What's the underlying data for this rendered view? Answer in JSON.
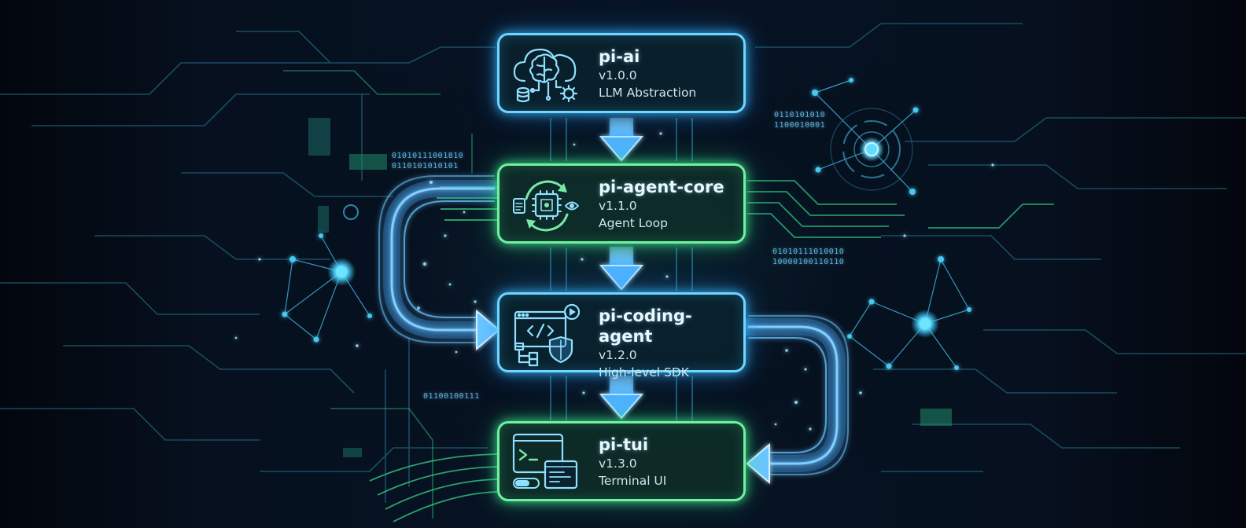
{
  "modules": [
    {
      "name": "pi-ai",
      "version": "v1.0.0",
      "description": "LLM Abstraction",
      "icon": "brain-cloud-icon",
      "accent": "#6fd6ff"
    },
    {
      "name": "pi-agent-core",
      "version": "v1.1.0",
      "description": "Agent Loop",
      "icon": "agent-loop-cpu-icon",
      "accent": "#6ff2a0"
    },
    {
      "name": "pi-coding-agent",
      "version": "v1.2.0",
      "description": "High-level SDK",
      "icon": "code-window-shield-icon",
      "accent": "#6fd6ff"
    },
    {
      "name": "pi-tui",
      "version": "v1.3.0",
      "description": "Terminal UI",
      "icon": "terminal-window-icon",
      "accent": "#6ff2a0"
    }
  ],
  "binary_decorations": [
    [
      "01010111001810",
      "0110101010101"
    ],
    [
      "0110101010",
      "1100010001"
    ],
    [
      "01010111010010",
      "10000100110110"
    ],
    [
      "01100100111"
    ]
  ],
  "colors": {
    "background": "#050a16",
    "blue_glow": "#6fd6ff",
    "green_glow": "#6ff2a0",
    "arrow": "#5ab8ff"
  }
}
